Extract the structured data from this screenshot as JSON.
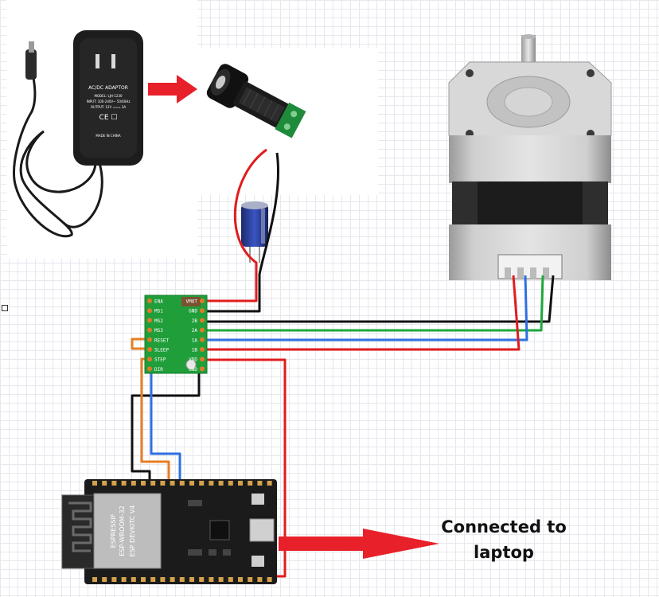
{
  "adapter": {
    "title": "AC/DC ADAPTOR",
    "lines": [
      "MODEL: LJH-1230",
      "INPUT: 100-240V~ 50/60Hz",
      "OUTPUT: 12V === 3A",
      "MADE IN CHINA"
    ]
  },
  "driver": {
    "left_pins": [
      "ENA",
      "MS1",
      "MS2",
      "MS3",
      "RESET",
      "SLEEP",
      "STEP",
      "DIR"
    ],
    "right_pins": [
      "VMOT",
      "GND",
      "2B",
      "2A",
      "1A",
      "1B",
      "VDD",
      "GND"
    ]
  },
  "esp32": {
    "vendor": "ESPRESSIF",
    "module": "ESP-WROOM-32",
    "board": "ESP DEVKITC V4"
  },
  "caption": {
    "line1": "Connected to",
    "line2": "laptop"
  },
  "colors": {
    "wire_red": "#e11c1c",
    "wire_black": "#111111",
    "wire_green": "#1ea83a",
    "wire_blue": "#2f6fe0",
    "wire_orange": "#e67e22",
    "arrow_red": "#e8202a",
    "driver_board": "#1f9e3a",
    "esp_board": "#1b1b1b"
  }
}
